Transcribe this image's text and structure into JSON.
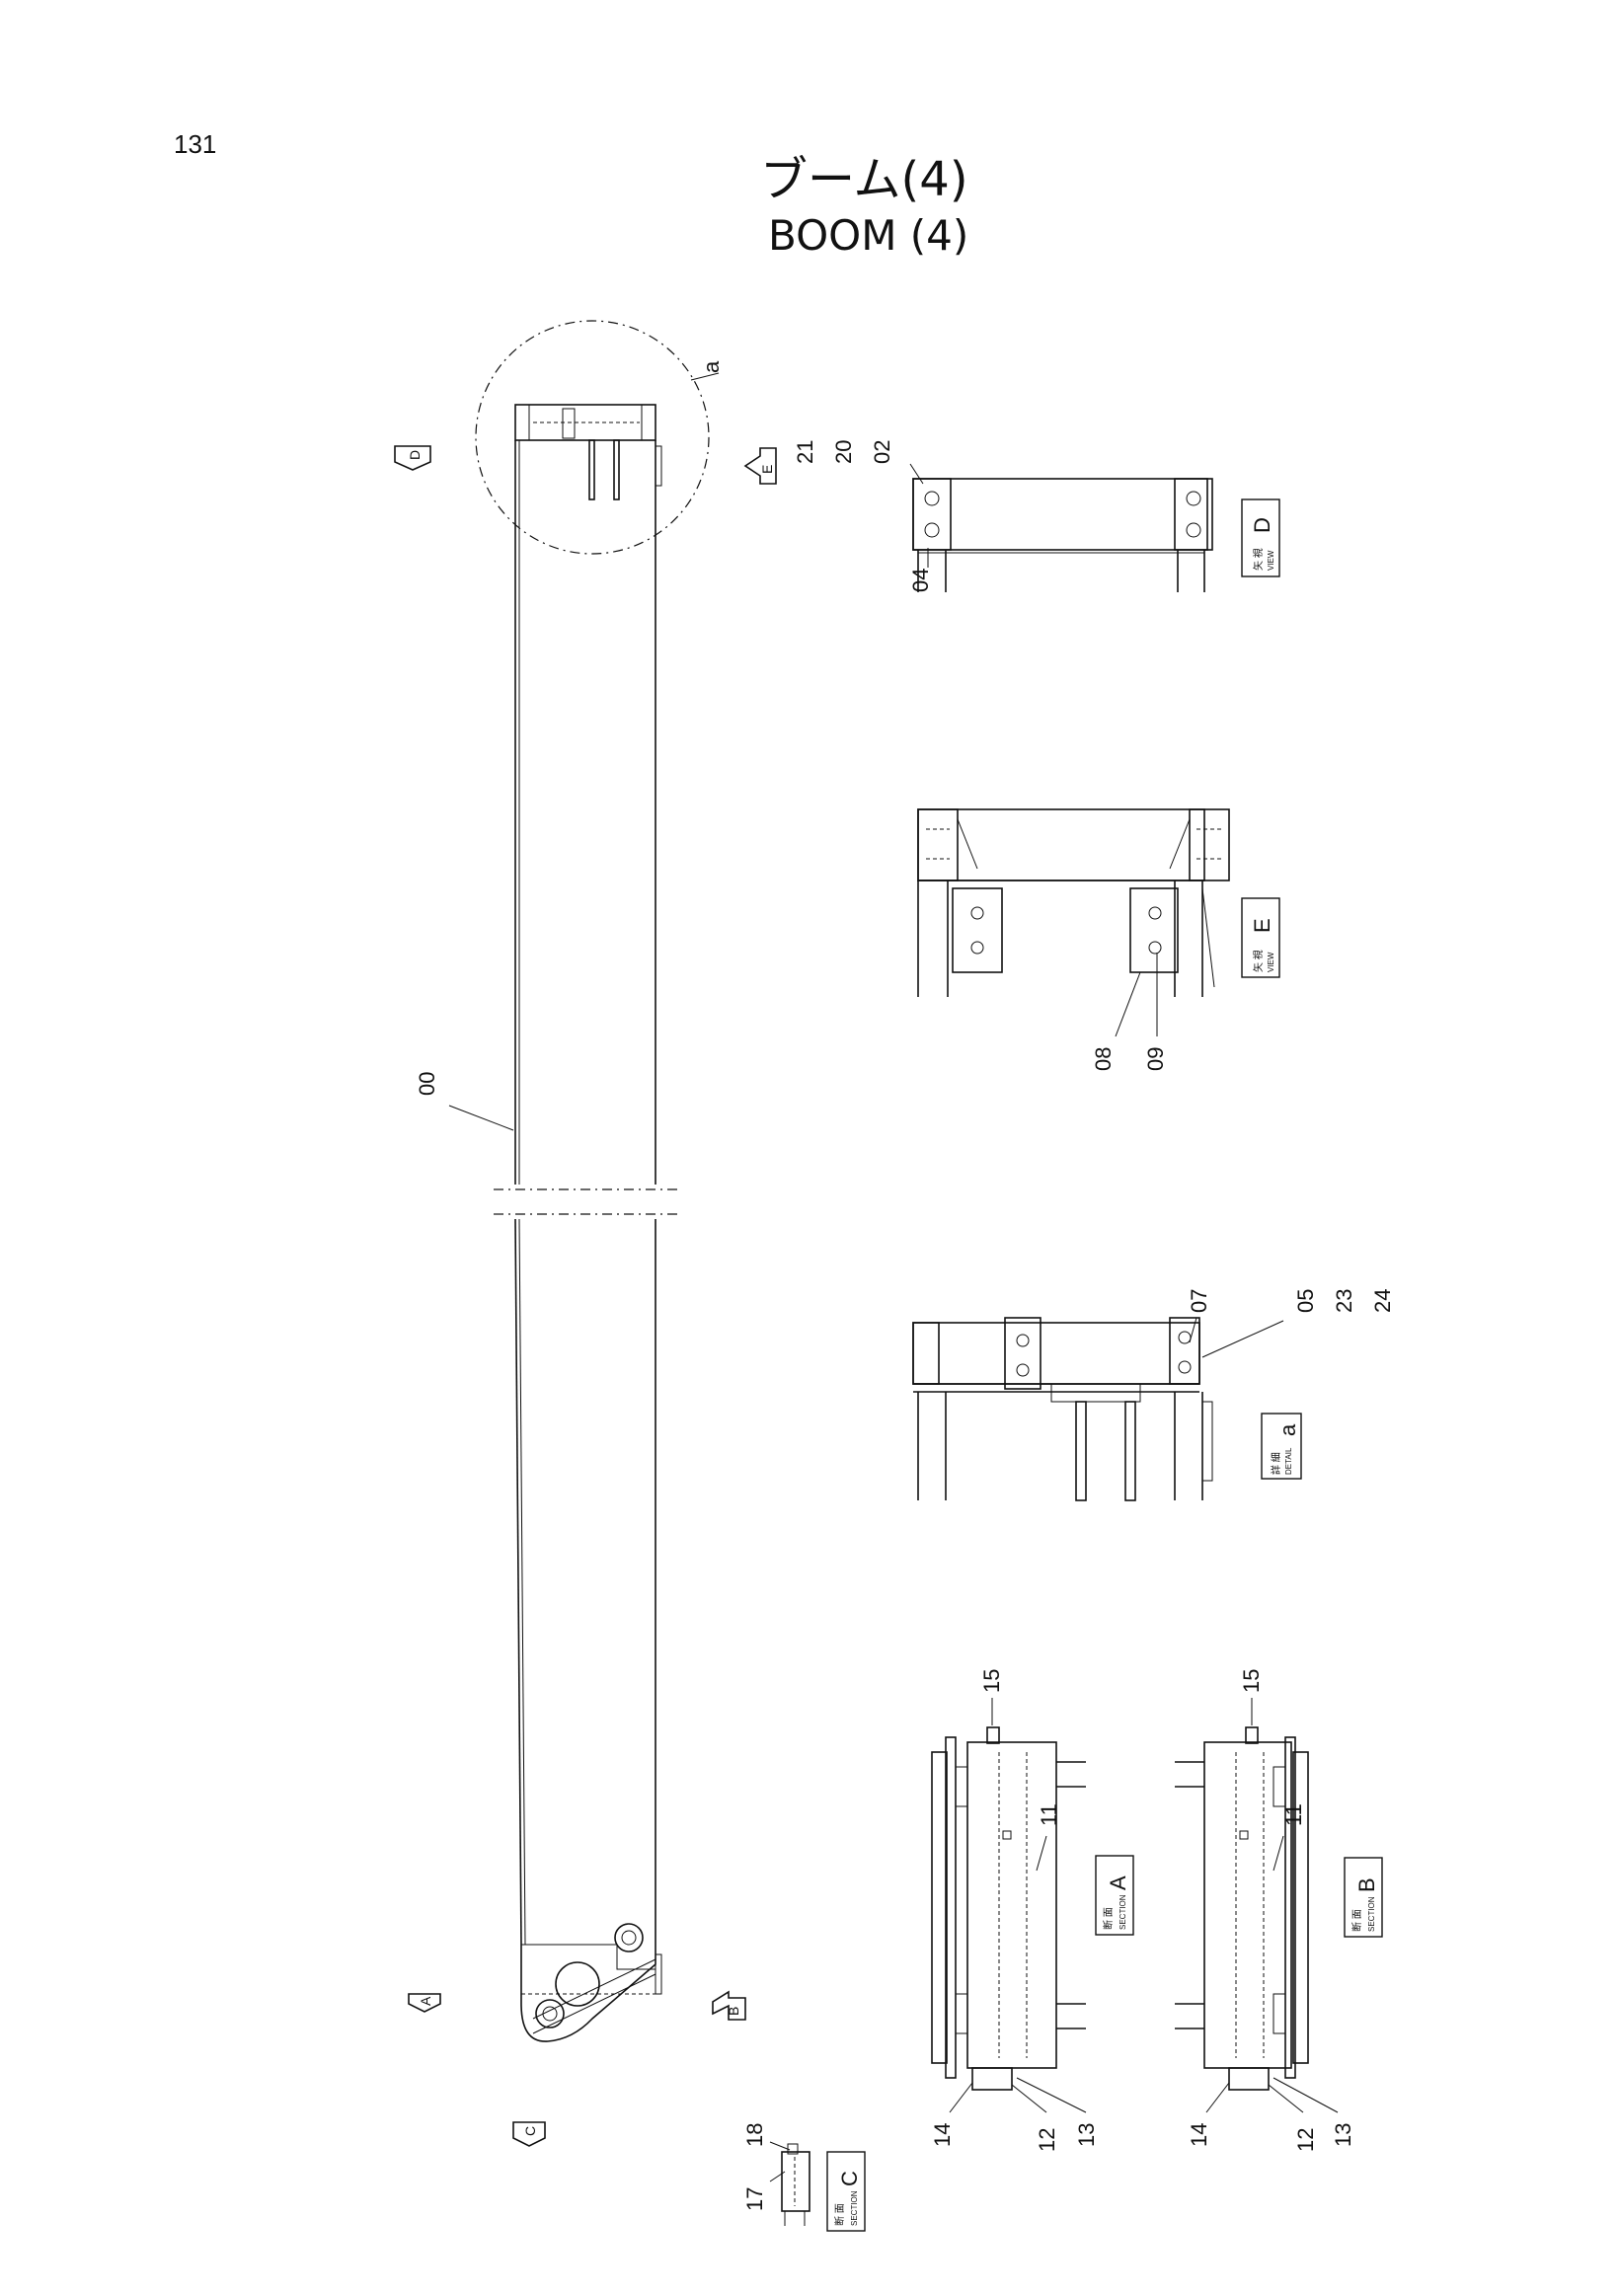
{
  "page_number": "131",
  "title_jp": "ブーム(4)",
  "title_en": "BOOM (4)",
  "main_label": "00",
  "detail_circle_label": "a",
  "view_arrows": [
    "D",
    "E",
    "B",
    "A",
    "C"
  ],
  "views": {
    "D": {
      "jp": "矢 視",
      "en": "VIEW",
      "letter": "D",
      "parts": [
        "21",
        "20",
        "02",
        "04"
      ]
    },
    "E": {
      "jp": "矢 視",
      "en": "VIEW",
      "letter": "E",
      "parts": [
        "08",
        "09"
      ]
    },
    "a": {
      "jp": "詳 細",
      "en": "DETAIL",
      "letter": "a",
      "parts": [
        "07",
        "05",
        "23",
        "24"
      ]
    },
    "A": {
      "jp": "断 面",
      "en": "SECTION",
      "letter": "A",
      "parts": [
        "15",
        "11",
        "14",
        "12",
        "13"
      ]
    },
    "B": {
      "jp": "断 面",
      "en": "SECTION",
      "letter": "B",
      "parts": [
        "15",
        "11",
        "14",
        "12",
        "13"
      ]
    },
    "C": {
      "jp": "断 面",
      "en": "SECTION",
      "letter": "C",
      "parts": [
        "18",
        "17"
      ]
    }
  }
}
